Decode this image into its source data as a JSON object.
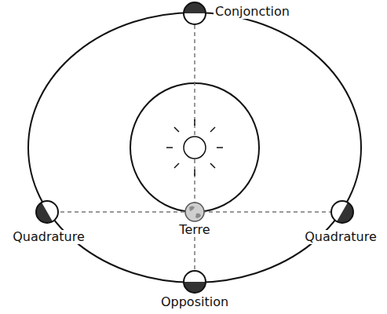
{
  "diagram": {
    "labels": [
      "Conjonction",
      "Quadrature",
      "Terre",
      "Quadrature",
      "Opposition"
    ]
  }
}
